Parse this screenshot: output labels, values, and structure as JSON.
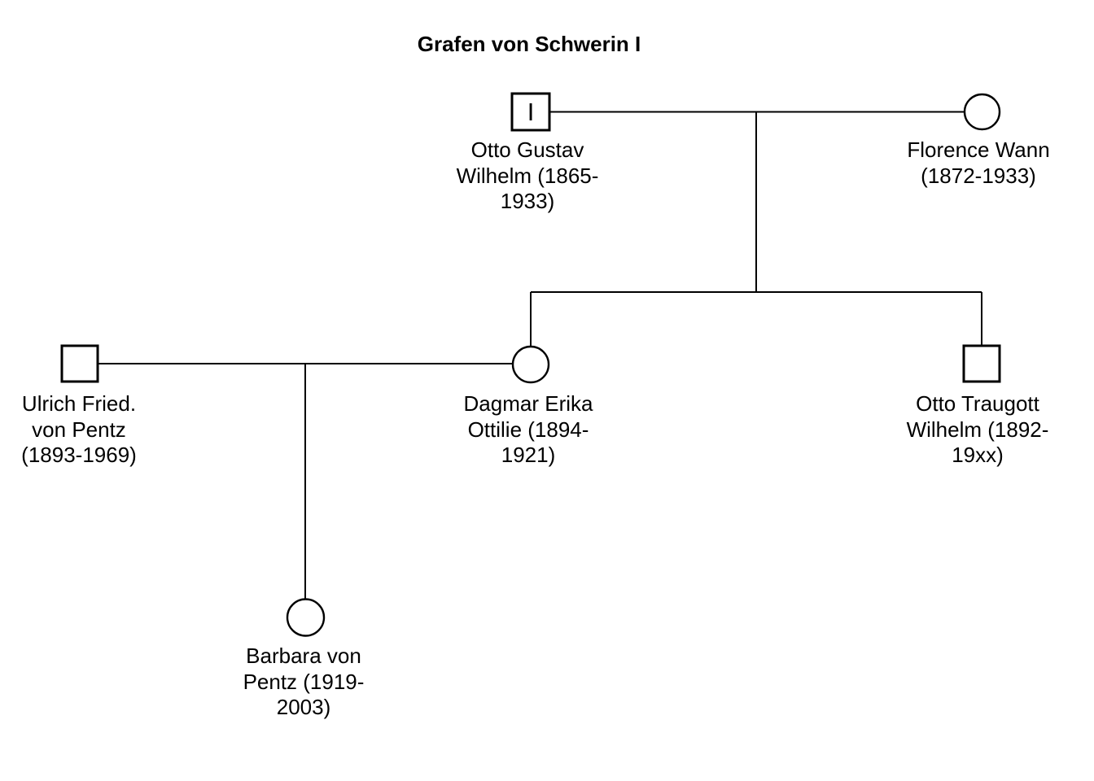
{
  "title": "Grafen von Schwerin I",
  "colors": {
    "background": "#ffffff",
    "line": "#000000",
    "text": "#000000",
    "symbol_fill": "#ffffff"
  },
  "people": [
    {
      "id": "otto-gustav-wilhelm",
      "label": "Otto Gustav\nWilhelm (1865-\n1933)",
      "name": "Otto Gustav Wilhelm",
      "years": "1865-1933",
      "sex": "male",
      "symbol": "square",
      "symbol_text": "I"
    },
    {
      "id": "florence-wann",
      "label": "Florence Wann\n(1872-1933)",
      "name": "Florence Wann",
      "years": "1872-1933",
      "sex": "female",
      "symbol": "circle",
      "symbol_text": ""
    },
    {
      "id": "ulrich-fried-von-pentz",
      "label": "Ulrich Fried.\nvon Pentz\n(1893-1969)",
      "name": "Ulrich Fried. von Pentz",
      "years": "1893-1969",
      "sex": "male",
      "symbol": "square",
      "symbol_text": ""
    },
    {
      "id": "dagmar-erika-ottilie",
      "label": "Dagmar Erika\nOttilie (1894-\n1921)",
      "name": "Dagmar Erika Ottilie",
      "years": "1894-1921",
      "sex": "female",
      "symbol": "circle",
      "symbol_text": ""
    },
    {
      "id": "otto-traugott-wilhelm",
      "label": "Otto Traugott\nWilhelm (1892-\n19xx)",
      "name": "Otto Traugott Wilhelm",
      "years": "1892-19xx",
      "sex": "male",
      "symbol": "square",
      "symbol_text": ""
    },
    {
      "id": "barbara-von-pentz",
      "label": "Barbara von\nPentz (1919-\n2003)",
      "name": "Barbara von Pentz",
      "years": "1919-2003",
      "sex": "female",
      "symbol": "circle",
      "symbol_text": ""
    }
  ],
  "relationships": {
    "marriages": [
      {
        "between": [
          "Otto Gustav Wilhelm",
          "Florence Wann"
        ],
        "children": [
          "Dagmar Erika Ottilie",
          "Otto Traugott Wilhelm"
        ]
      },
      {
        "between": [
          "Ulrich Fried. von Pentz",
          "Dagmar Erika Ottilie"
        ],
        "children": [
          "Barbara von Pentz"
        ]
      }
    ]
  }
}
